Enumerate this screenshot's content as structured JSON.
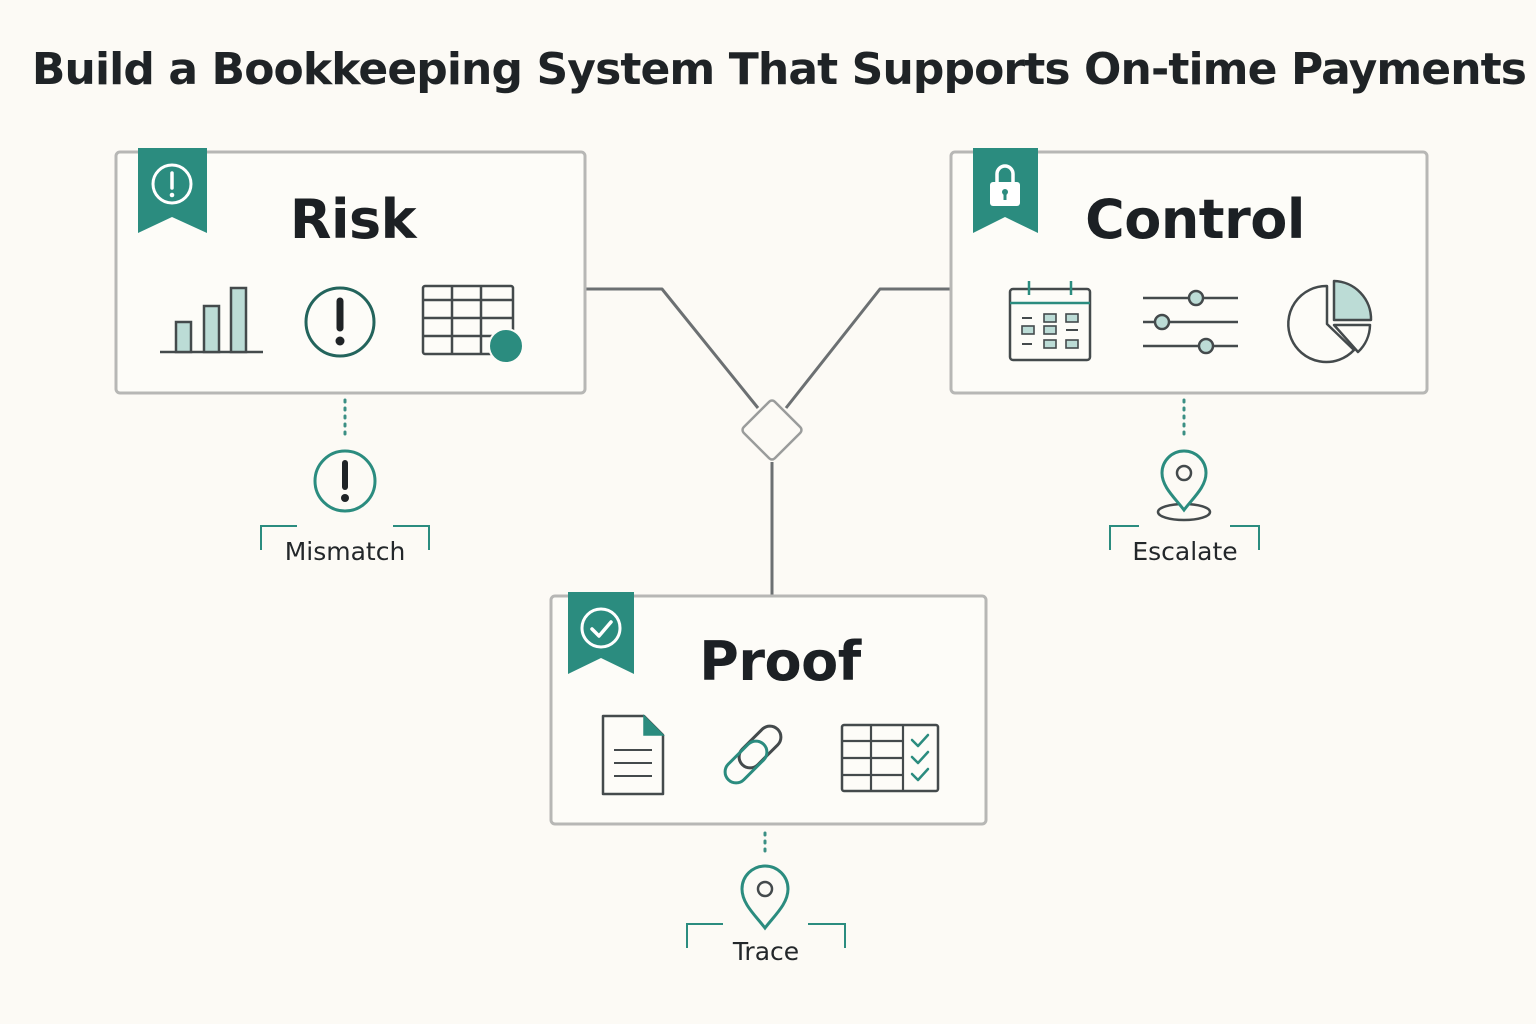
{
  "title": "Build a Bookkeeping System That Supports On-time Payments",
  "colors": {
    "teal": "#2b8c7f",
    "teal_light": "#bcdcd6",
    "stroke": "#444a4c",
    "card_border": "#b7b7b5",
    "background": "#fcfaf5"
  },
  "cards": {
    "risk": {
      "title": "Risk",
      "badge_icon": "alert-circle-icon",
      "icons": [
        "bar-chart-icon",
        "alert-circle-icon",
        "spreadsheet-icon"
      ],
      "callout": {
        "icon": "alert-circle-icon",
        "label": "Mismatch"
      }
    },
    "control": {
      "title": "Control",
      "badge_icon": "padlock-icon",
      "icons": [
        "calendar-icon",
        "sliders-icon",
        "pie-chart-icon"
      ],
      "callout": {
        "icon": "location-pin-icon",
        "label": "Escalate"
      }
    },
    "proof": {
      "title": "Proof",
      "badge_icon": "check-circle-icon",
      "icons": [
        "document-icon",
        "link-icon",
        "checklist-table-icon"
      ],
      "callout": {
        "icon": "location-pin-icon",
        "label": "Trace"
      }
    }
  },
  "connector_icon": "diamond-junction-icon"
}
